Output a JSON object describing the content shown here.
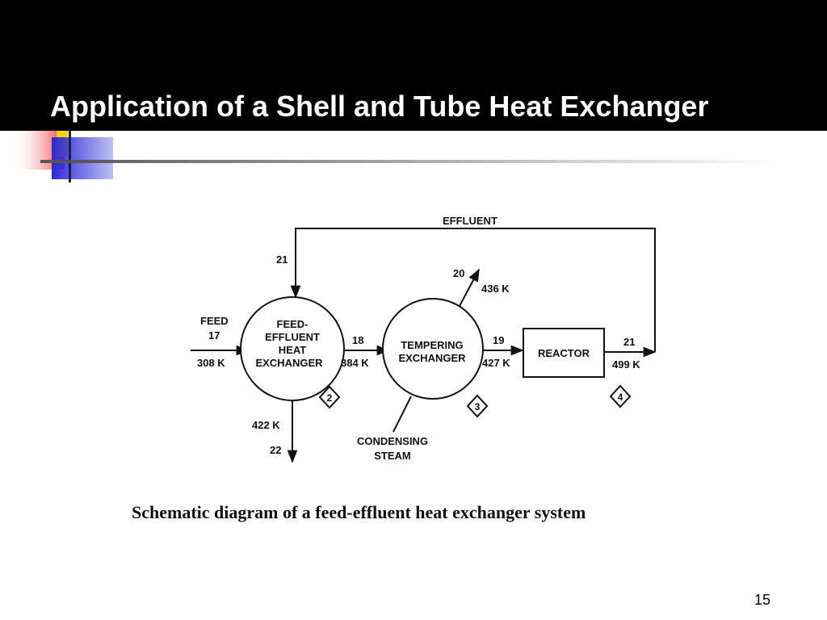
{
  "slide": {
    "title": "Application of a Shell and Tube Heat Exchanger",
    "caption": "Schematic diagram of a feed-effluent heat exchanger system",
    "page_number": "15"
  },
  "colors": {
    "header_bg": "#000000",
    "title_text": "#ffffff",
    "accent_red": "#ff3333",
    "accent_yellow": "#ffd400",
    "accent_blue": "#2b2bd9"
  },
  "diagram": {
    "effluent_label": "EFFLUENT",
    "feed_label": "FEED",
    "feed_stream": "17",
    "feed_temp": "308 K",
    "stream_18": "18",
    "stream_18_temp": "384 K",
    "stream_19": "19",
    "stream_19_temp": "427 K",
    "stream_21_return": "21",
    "stream_21_out": "21",
    "stream_21_temp": "499 K",
    "stream_20": "20",
    "stream_20_temp": "436 K",
    "stream_22": "22",
    "stream_22_temp": "422 K",
    "hx1_lines": [
      "FEED-",
      "EFFLUENT",
      "HEAT",
      "EXCHANGER"
    ],
    "hx1_tag": "2",
    "hx2_lines": [
      "TEMPERING",
      "EXCHANGER"
    ],
    "hx2_tag": "3",
    "reactor_label": "REACTOR",
    "reactor_tag": "4",
    "steam_lines": [
      "CONDENSING",
      "STEAM"
    ]
  }
}
